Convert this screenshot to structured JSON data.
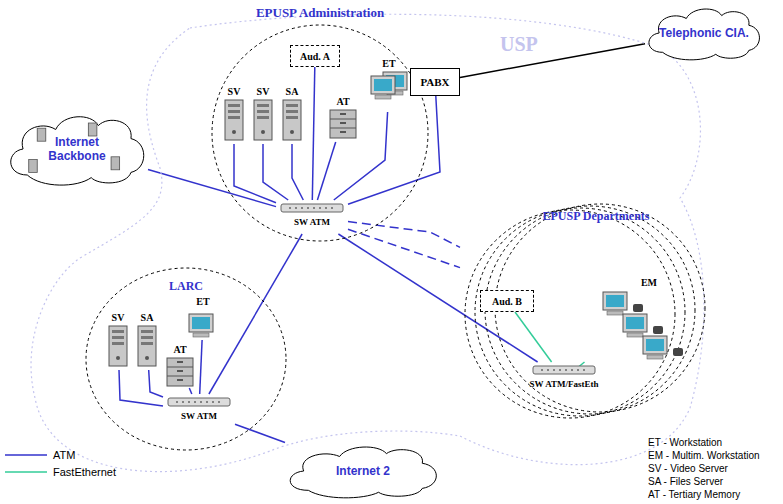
{
  "diagram": {
    "nodes": [
      {
        "text": [
          "USP"
        ]
      },
      {
        "text": [
          "EPUSP Administration"
        ],
        "in": 0
      },
      {
        "text": [
          "Aud. A"
        ],
        "in": 1
      },
      {
        "text": [
          "SV"
        ],
        "in": 1
      },
      {
        "text": [
          "SV"
        ],
        "in": 1
      },
      {
        "text": [
          "SA"
        ],
        "in": 1
      },
      {
        "text": [
          "AT"
        ],
        "in": 1
      },
      {
        "text": [
          "ET"
        ],
        "in": 1
      },
      {
        "text": [
          "SW ATM"
        ],
        "in": 1
      },
      {
        "text": [
          "Telephonic CIA."
        ]
      },
      {
        "text": [
          "PABX"
        ],
        "in": 0
      },
      {
        "text": [
          "Internet Backbone"
        ]
      },
      {
        "text": [
          "EPUSP Departments"
        ],
        "in": 0
      },
      {
        "text": [
          "Aud. B"
        ],
        "in": 12
      },
      {
        "text": [
          "EM"
        ],
        "in": 12
      },
      {
        "text": [
          "SW ATM/FastEth"
        ],
        "in": 12
      },
      {
        "text": [
          "LARC"
        ],
        "in": 0
      },
      {
        "text": [
          "SV"
        ],
        "in": 16
      },
      {
        "text": [
          "SA"
        ],
        "in": 16
      },
      {
        "text": [
          "ET"
        ],
        "in": 16
      },
      {
        "text": [
          "AT"
        ],
        "in": 16
      },
      {
        "text": [
          "SW ATM"
        ],
        "in": 16
      },
      {
        "text": [
          "Internet 2"
        ]
      }
    ],
    "edges": [
      {
        "from": 3,
        "to": 8,
        "arrow": "none"
      },
      {
        "from": 4,
        "to": 8,
        "arrow": "none"
      },
      {
        "from": 5,
        "to": 8,
        "arrow": "none"
      },
      {
        "from": 6,
        "to": 8,
        "arrow": "none"
      },
      {
        "from": 7,
        "to": 8,
        "arrow": "none"
      },
      {
        "from": 2,
        "to": 8,
        "arrow": "none"
      },
      {
        "from": 11,
        "to": 8,
        "arrow": "none"
      },
      {
        "from": 8,
        "to": 10,
        "arrow": "none"
      },
      {
        "from": 10,
        "to": 9,
        "arrow": "none"
      },
      {
        "from": 8,
        "to": 21,
        "arrow": "none"
      },
      {
        "from": 8,
        "to": 15,
        "arrow": "none"
      },
      {
        "from": 8,
        "to": 12,
        "arrow": "none"
      },
      {
        "from": 8,
        "to": 12,
        "arrow": "none"
      },
      {
        "from": 17,
        "to": 21,
        "arrow": "none"
      },
      {
        "from": 18,
        "to": 21,
        "arrow": "none"
      },
      {
        "from": 20,
        "to": 21,
        "arrow": "none"
      },
      {
        "from": 19,
        "to": 21,
        "arrow": "none"
      },
      {
        "from": 21,
        "to": 22,
        "arrow": "none"
      },
      {
        "from": 13,
        "to": 15,
        "arrow": "none"
      },
      {
        "from": 14,
        "to": 15,
        "arrow": "none"
      }
    ],
    "labels": [
      "ET - Workstation",
      "EM - Multim. Workstation",
      "SV - Video Server",
      "SA - Files Server",
      "AT - Tertiary Memory"
    ],
    "legend": [
      {
        "text": "ATM"
      },
      {
        "text": "FastEthernet"
      }
    ]
  }
}
